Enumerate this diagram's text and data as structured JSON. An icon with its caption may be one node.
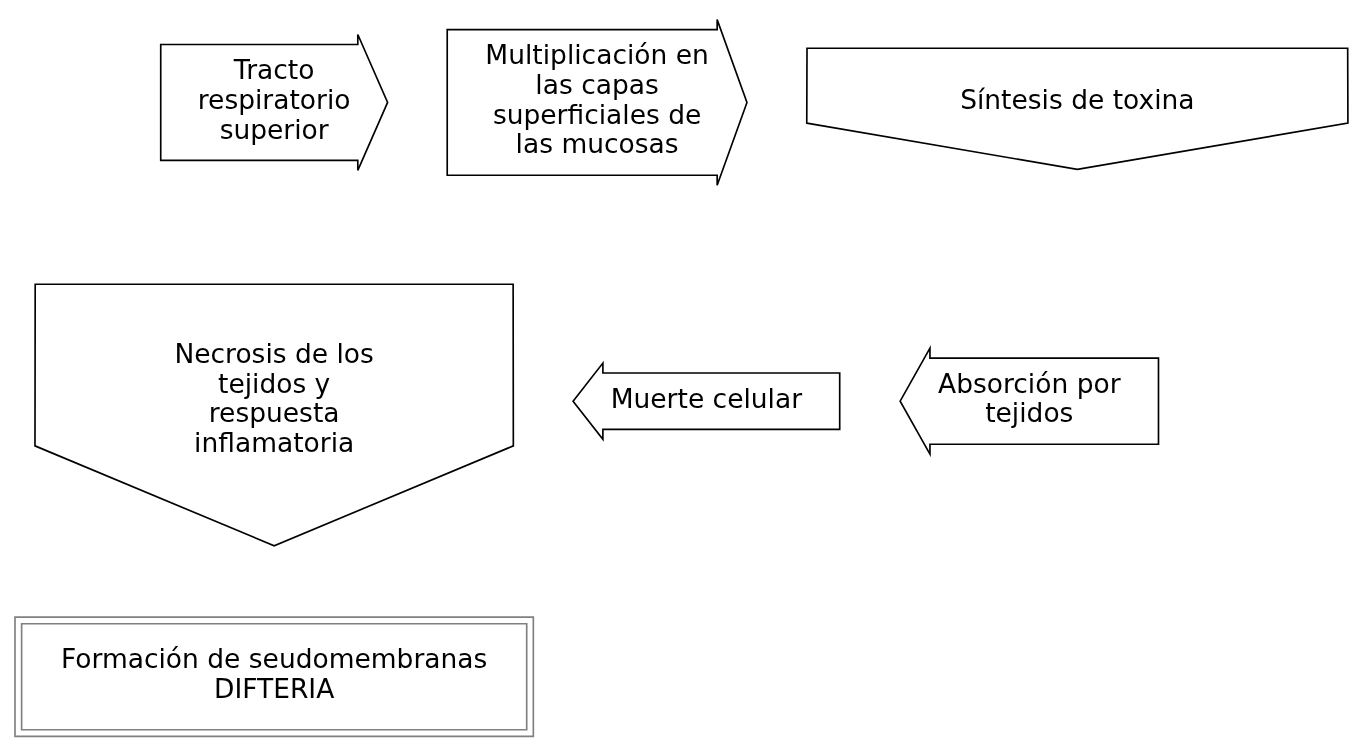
{
  "diagram": {
    "nodes": [
      {
        "text": [
          "Tracto respiratorio superior"
        ]
      },
      {
        "text": [
          "Multiplicación en las capas superficiales de las mucosas"
        ]
      },
      {
        "text": [
          "Síntesis de toxina"
        ]
      },
      {
        "text": [
          "Necrosis de los tejidos y respuesta inflamatoria"
        ]
      },
      {
        "text": [
          "Muerte celular"
        ]
      },
      {
        "text": [
          "Absorción por tejidos"
        ]
      },
      {
        "text": [
          "Formación de seudomembranas",
          "DIFTERIA"
        ]
      }
    ]
  }
}
